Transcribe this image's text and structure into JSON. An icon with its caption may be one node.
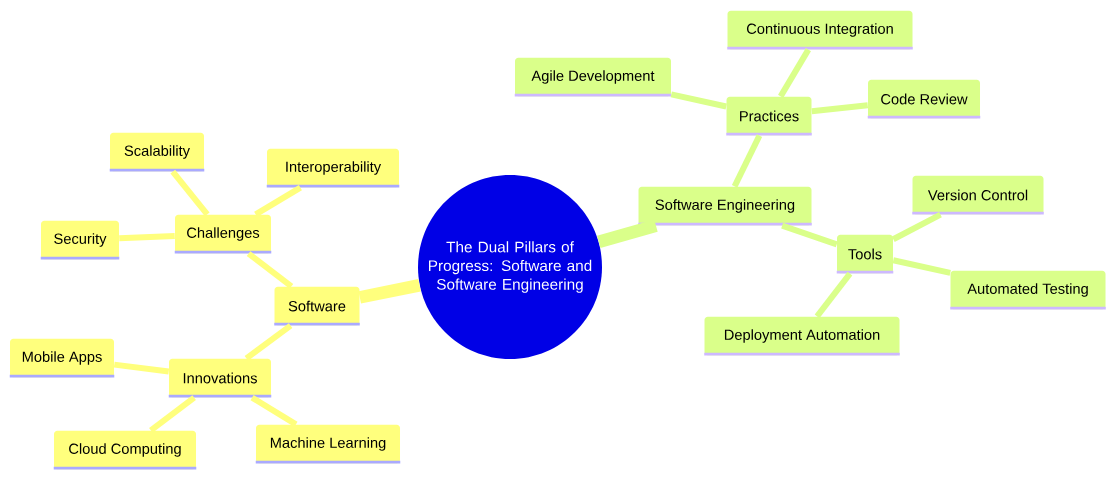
{
  "diagram": {
    "nodes": [
      {
        "text": [
          "The Dual Pillars of Progress: Software and Software Engineering"
        ]
      },
      {
        "text": [
          "Software"
        ]
      },
      {
        "text": [
          "Challenges"
        ]
      },
      {
        "text": [
          "Scalability"
        ]
      },
      {
        "text": [
          "Interoperability"
        ]
      },
      {
        "text": [
          "Security"
        ]
      },
      {
        "text": [
          "Innovations"
        ]
      },
      {
        "text": [
          "Mobile Apps"
        ]
      },
      {
        "text": [
          "Cloud Computing"
        ]
      },
      {
        "text": [
          "Machine Learning"
        ]
      },
      {
        "text": [
          "Software Engineering"
        ]
      },
      {
        "text": [
          "Practices"
        ]
      },
      {
        "text": [
          "Continuous Integration"
        ]
      },
      {
        "text": [
          "Agile Development"
        ]
      },
      {
        "text": [
          "Code Review"
        ]
      },
      {
        "text": [
          "Tools"
        ]
      },
      {
        "text": [
          "Version Control"
        ]
      },
      {
        "text": [
          "Automated Testing"
        ]
      },
      {
        "text": [
          "Deployment Automation"
        ]
      }
    ],
    "edges": [
      {
        "from": 0,
        "to": 1,
        "arrow": "none",
        "style": "thick",
        "color": "#ffff7d"
      },
      {
        "from": 1,
        "to": 2,
        "arrow": "none",
        "color": "#ffff7d"
      },
      {
        "from": 2,
        "to": 3,
        "arrow": "none",
        "color": "#ffff7d"
      },
      {
        "from": 2,
        "to": 4,
        "arrow": "none",
        "color": "#ffff7d"
      },
      {
        "from": 2,
        "to": 5,
        "arrow": "none",
        "color": "#ffff7d"
      },
      {
        "from": 1,
        "to": 6,
        "arrow": "none",
        "color": "#ffff7d"
      },
      {
        "from": 6,
        "to": 7,
        "arrow": "none",
        "color": "#ffff7d"
      },
      {
        "from": 6,
        "to": 8,
        "arrow": "none",
        "color": "#ffff7d"
      },
      {
        "from": 6,
        "to": 9,
        "arrow": "none",
        "color": "#ffff7d"
      },
      {
        "from": 0,
        "to": 10,
        "arrow": "none",
        "style": "thick",
        "color": "#daff8a"
      },
      {
        "from": 10,
        "to": 11,
        "arrow": "none",
        "color": "#daff8a"
      },
      {
        "from": 11,
        "to": 12,
        "arrow": "none",
        "color": "#daff8a"
      },
      {
        "from": 11,
        "to": 13,
        "arrow": "none",
        "color": "#daff8a"
      },
      {
        "from": 11,
        "to": 14,
        "arrow": "none",
        "color": "#daff8a"
      },
      {
        "from": 10,
        "to": 15,
        "arrow": "none",
        "color": "#daff8a"
      },
      {
        "from": 15,
        "to": 16,
        "arrow": "none",
        "color": "#daff8a"
      },
      {
        "from": 15,
        "to": 17,
        "arrow": "none",
        "color": "#daff8a"
      },
      {
        "from": 15,
        "to": 18,
        "arrow": "none",
        "color": "#daff8a"
      }
    ]
  }
}
